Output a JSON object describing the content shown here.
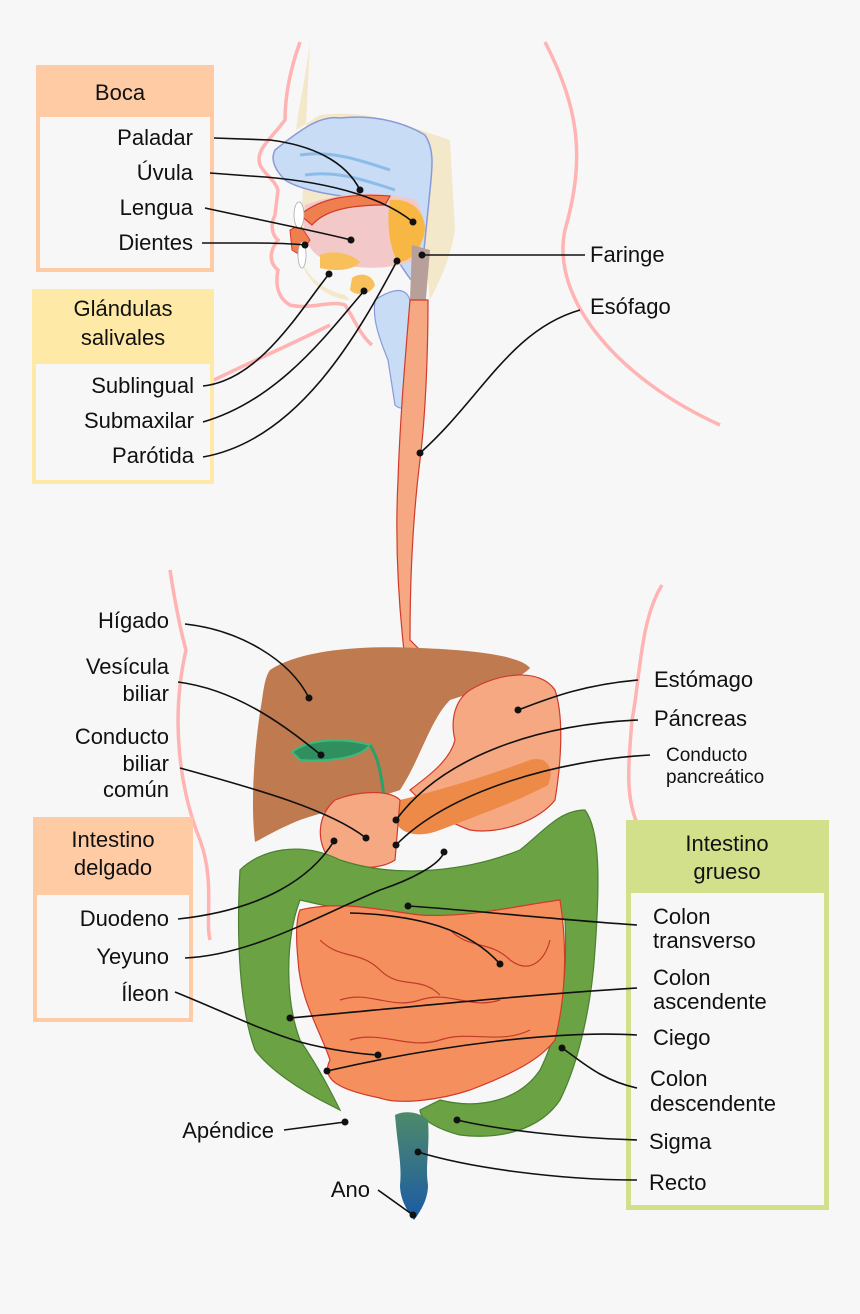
{
  "colors": {
    "background": "#f7f7f7",
    "boca_box": "#ffcba4",
    "glandulas_box": "#ffe9a6",
    "intestino_delgado_box": "#ffcba4",
    "intestino_grueso_box": "#d2e08c",
    "body_outline": "#ffb3b3",
    "liver": "#c07a50",
    "stomach": "#f5a882",
    "pancreas": "#ee8a48",
    "small_intestine": "#f5905e",
    "colon": "#6aa244",
    "gallbladder": "#2f8f5e",
    "rectum": "#1e5ea0",
    "nasal_cavity": "#c8dcf5",
    "salivary_gland": "#f7c05a"
  },
  "groups": {
    "boca": {
      "title": "Boca",
      "items": [
        "Paladar",
        "Úvula",
        "Lengua",
        "Dientes"
      ]
    },
    "glandulas": {
      "title_line1": "Glándulas",
      "title_line2": "salivales",
      "items": [
        "Sublingual",
        "Submaxilar",
        "Parótida"
      ]
    },
    "intestino_delgado": {
      "title_line1": "Intestino",
      "title_line2": "delgado",
      "items": [
        "Duodeno",
        "Yeyuno",
        "Íleon"
      ]
    },
    "intestino_grueso": {
      "title_line1": "Intestino",
      "title_line2": "grueso",
      "items": [
        {
          "line1": "Colon",
          "line2": "transverso"
        },
        {
          "line1": "Colon",
          "line2": "ascendente"
        },
        {
          "line1": "Ciego",
          "line2": ""
        },
        {
          "line1": "Colon",
          "line2": "descendente"
        },
        {
          "line1": "Sigma",
          "line2": ""
        },
        {
          "line1": "Recto",
          "line2": ""
        }
      ]
    }
  },
  "labels": {
    "faringe": "Faringe",
    "esofago": "Esófago",
    "higado": "Hígado",
    "vesicula_1": "Vesícula",
    "vesicula_2": "biliar",
    "conducto_biliar_1": "Conducto",
    "conducto_biliar_2": "biliar",
    "conducto_biliar_3": "común",
    "estomago": "Estómago",
    "pancreas": "Páncreas",
    "conducto_pancreatico_1": "Conducto",
    "conducto_pancreatico_2": "pancreático",
    "apendice": "Apéndice",
    "ano": "Ano"
  }
}
